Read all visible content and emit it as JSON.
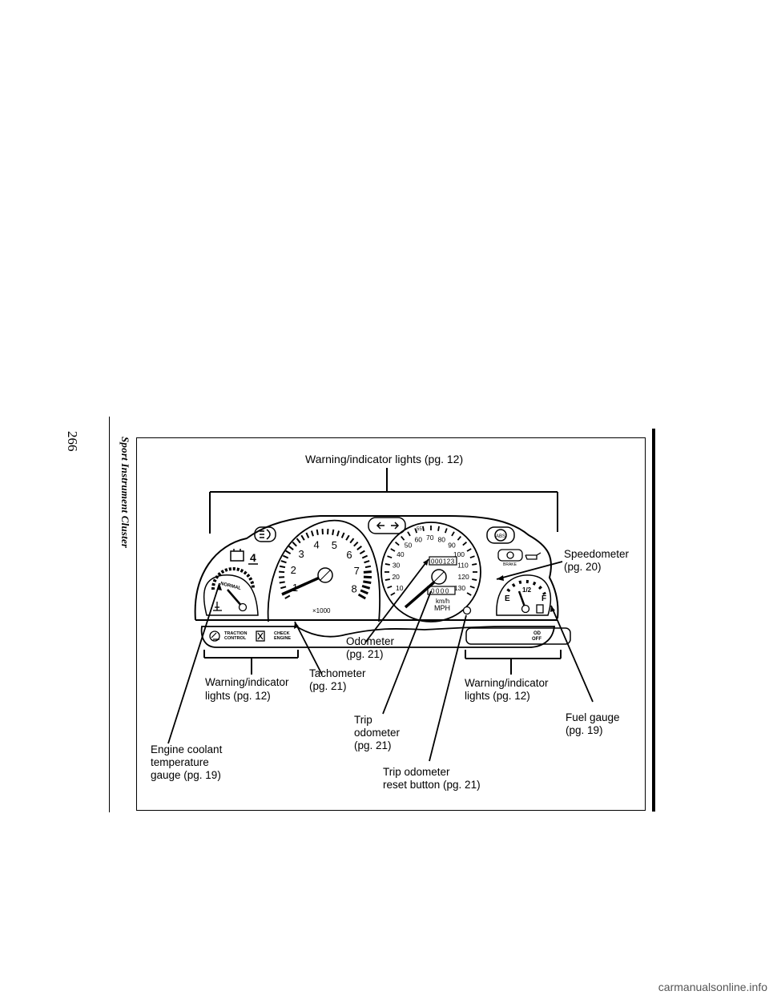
{
  "page": {
    "number": "266",
    "section_title": "Sport Instrument Cluster",
    "footer": "carmanualsonline.info"
  },
  "labels": {
    "warning_top": "Warning/indicator lights (pg. 12)",
    "speedometer_1": "Speedometer",
    "speedometer_2": "(pg. 20)",
    "odometer_1": "Odometer",
    "odometer_2": "(pg. 21)",
    "tachometer_1": "Tachometer",
    "tachometer_2": "(pg. 21)",
    "warning_left_1": "Warning/indicator",
    "warning_left_2": "lights (pg. 12)",
    "warning_right_1": "Warning/indicator",
    "warning_right_2": "lights (pg. 12)",
    "trip_1": "Trip",
    "trip_2": "odometer",
    "trip_3": "(pg. 21)",
    "fuel_1": "Fuel gauge",
    "fuel_2": "(pg. 19)",
    "coolant_1": "Engine coolant",
    "coolant_2": "temperature",
    "coolant_3": "gauge (pg. 19)",
    "reset_1": "Trip odometer",
    "reset_2": "reset button (pg. 21)"
  },
  "cluster": {
    "tach_numbers": [
      "1",
      "2",
      "3",
      "4",
      "5",
      "6",
      "7",
      "8"
    ],
    "tach_unit": "×1000",
    "speed_numbers": [
      "10",
      "20",
      "30",
      "40",
      "50",
      "60",
      "70",
      "80",
      "90",
      "100",
      "110",
      "120",
      "130"
    ],
    "speed_55": "55",
    "odometer_value": "000123",
    "trip_value": "0000",
    "speed_unit_1": "km/h",
    "speed_unit_2": "MPH",
    "temp_label": "NORMAL",
    "fuel_e": "E",
    "fuel_half": "1/2",
    "fuel_f": "F",
    "traction_1": "TRACTION",
    "traction_2": "CONTROL",
    "check_1": "CHECK",
    "check_2": "ENGINE",
    "od_1": "OD",
    "od_2": "OFF",
    "abs": "ABS",
    "brake": "BRAKE"
  }
}
